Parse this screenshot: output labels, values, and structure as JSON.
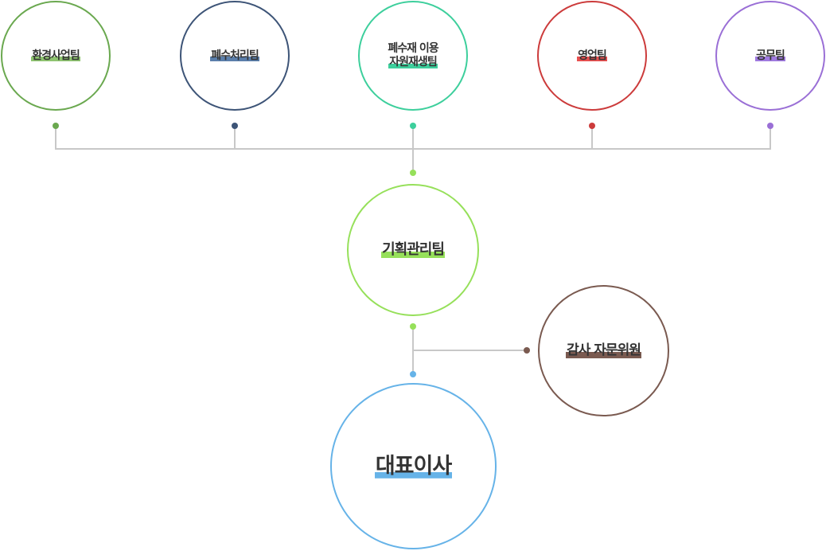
{
  "teams": [
    {
      "name": "환경사업팀",
      "color": "#6aa84f",
      "highlight": "#8fc470"
    },
    {
      "name": "폐수처리팀",
      "color": "#3d5477",
      "highlight": "#5b7fab"
    },
    {
      "name_line1": "폐수재 이용",
      "name": "자원재생팀",
      "color": "#3dcf9c",
      "highlight": "#3dcf9c"
    },
    {
      "name": "영업팀",
      "color": "#cc3b3b",
      "highlight": "#e85050"
    },
    {
      "name": "공무팀",
      "color": "#9a6fd6",
      "highlight": "#a07ae0"
    }
  ],
  "planning": {
    "name": "기획관리팀",
    "color": "#96e05a"
  },
  "audit": {
    "name": "감사 자문위원",
    "color": "#7a5a50"
  },
  "ceo": {
    "name": "대표이사",
    "color": "#66b3e8"
  }
}
